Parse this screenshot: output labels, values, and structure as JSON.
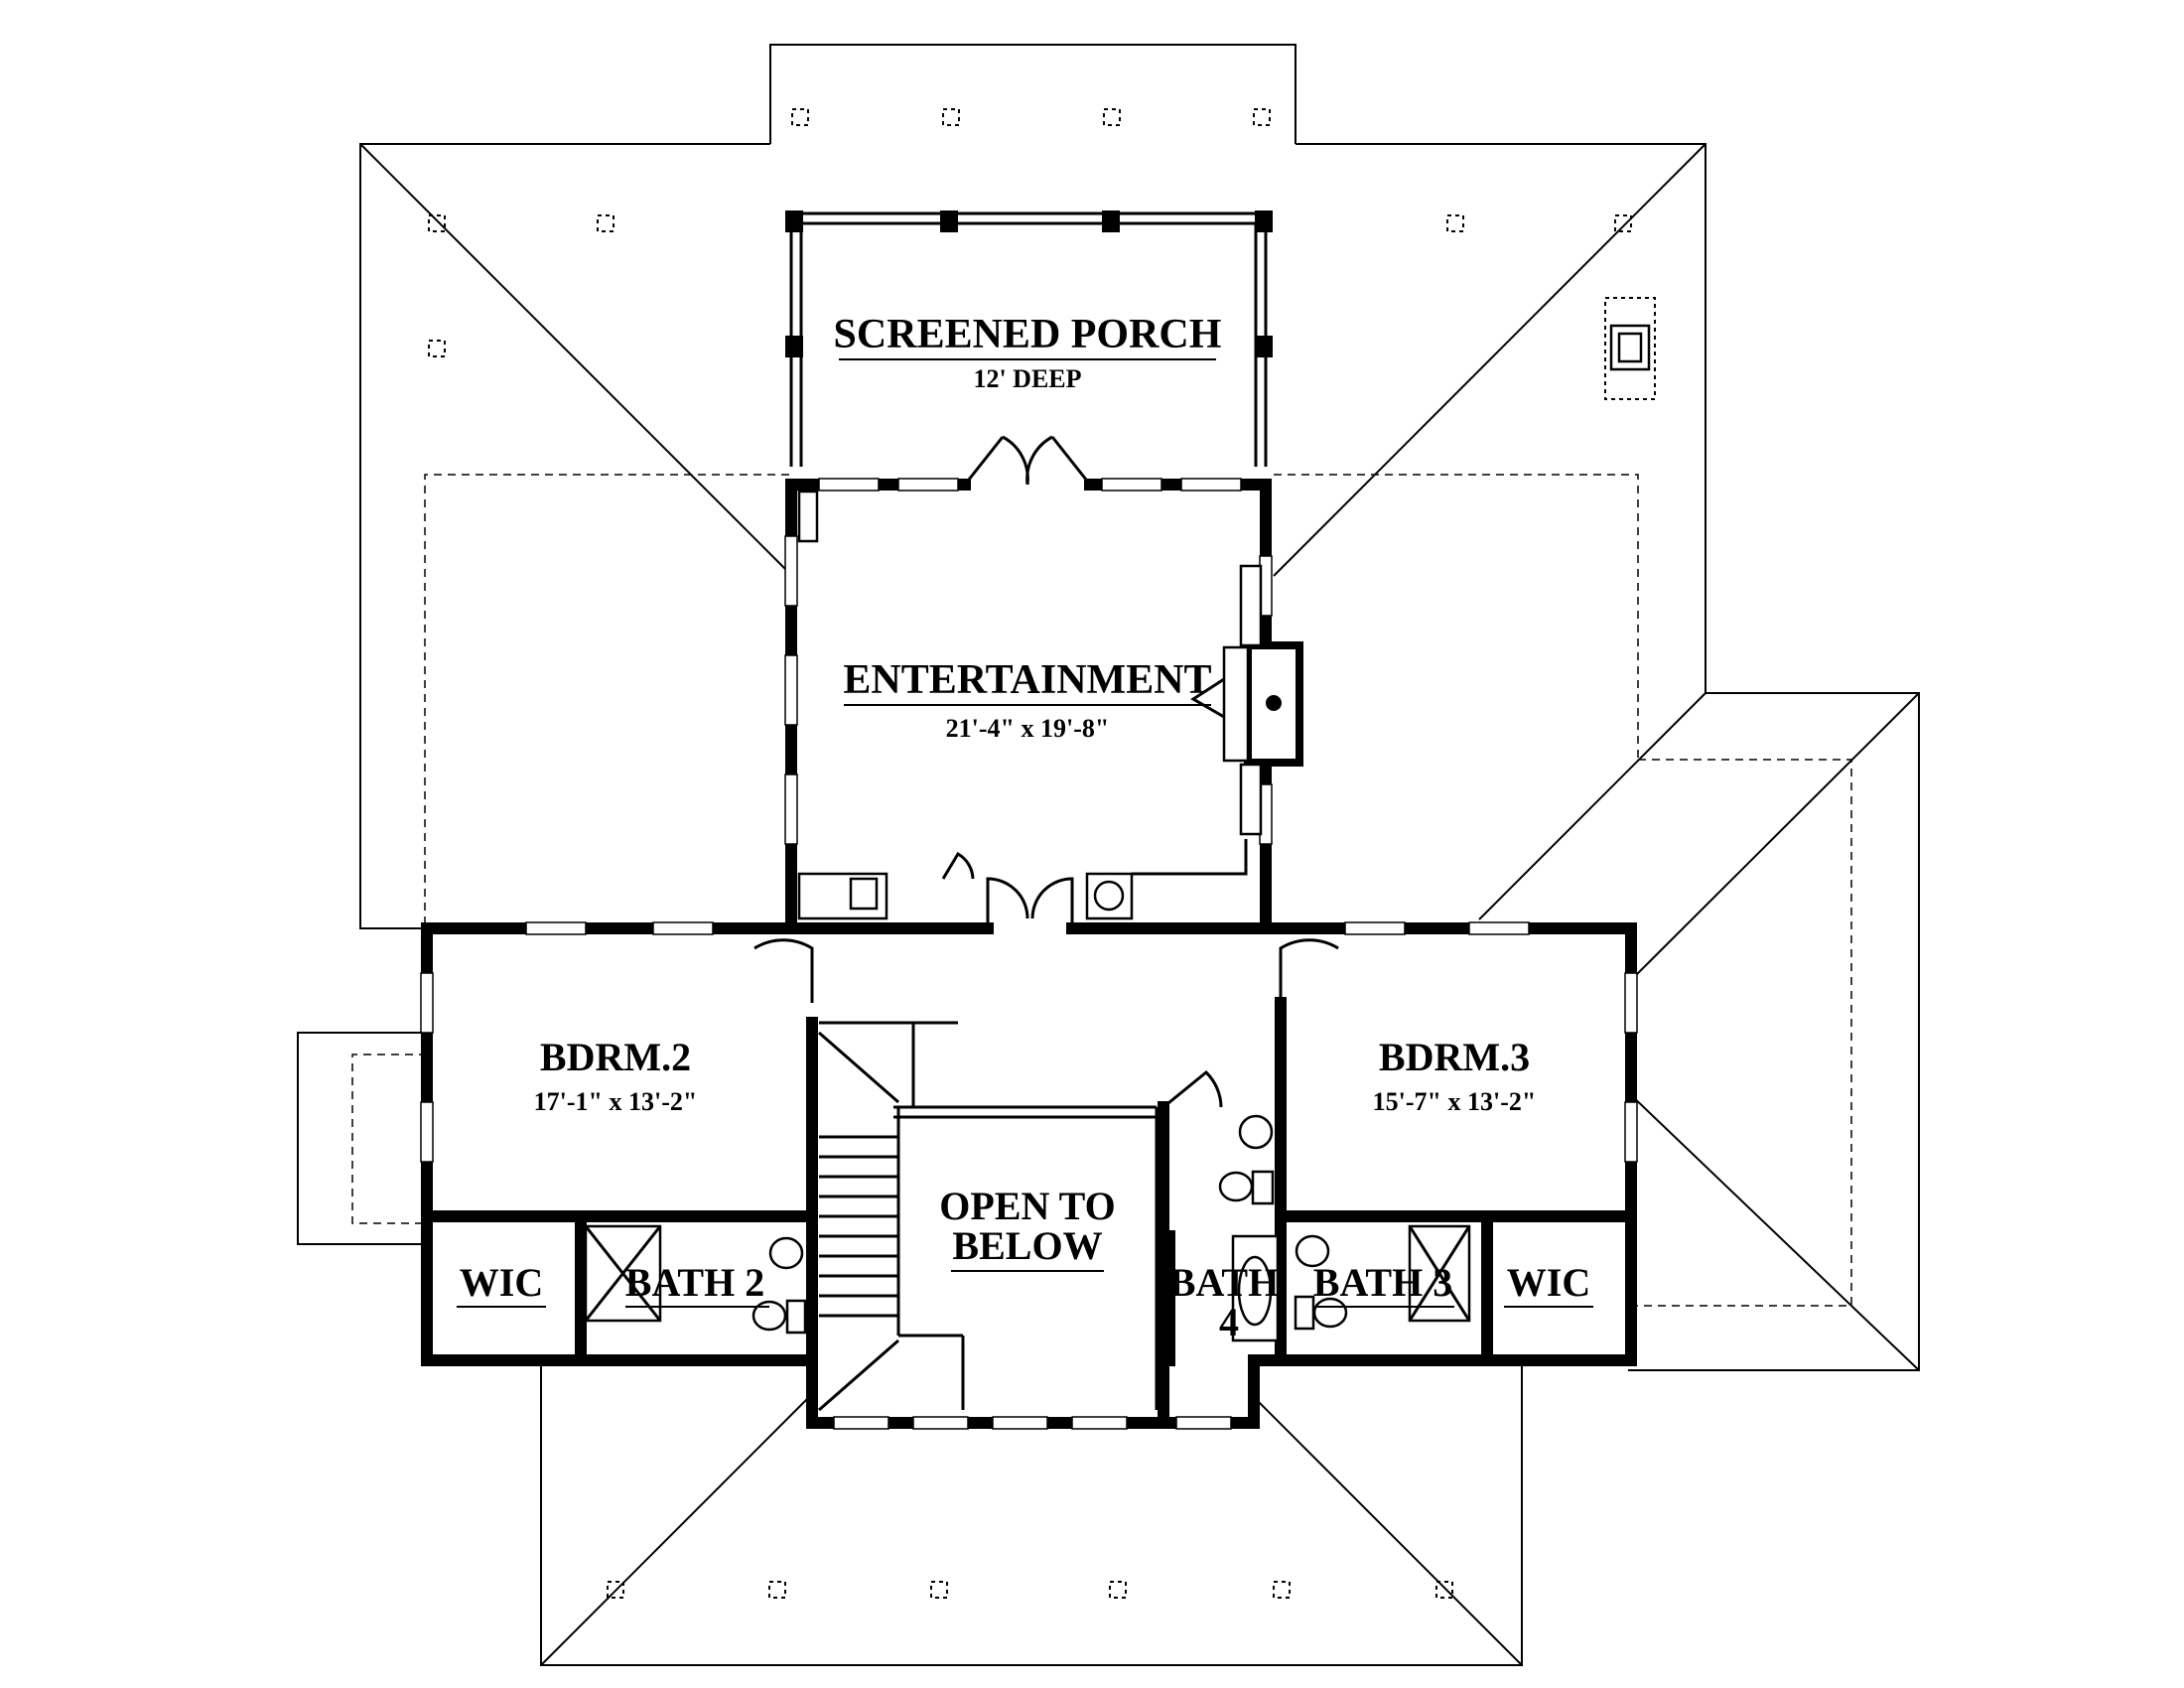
{
  "rooms": {
    "screened_porch": {
      "name": "SCREENED PORCH",
      "dim": "12' DEEP"
    },
    "entertainment": {
      "name": "ENTERTAINMENT",
      "dim": "21'-4\" x 19'-8\""
    },
    "bdrm2": {
      "name": "BDRM.2",
      "dim": "17'-1\" x 13'-2\""
    },
    "bdrm3": {
      "name": "BDRM.3",
      "dim": "15'-7\" x 13'-2\""
    },
    "open_to_below": {
      "line1": "OPEN TO",
      "line2": "BELOW"
    },
    "wic_left": {
      "name": "WIC"
    },
    "bath2": {
      "name": "BATH 2"
    },
    "bath4": {
      "line1": "BATH",
      "line2": "4"
    },
    "bath3": {
      "name": "BATH 3"
    },
    "wic_right": {
      "name": "WIC"
    }
  }
}
